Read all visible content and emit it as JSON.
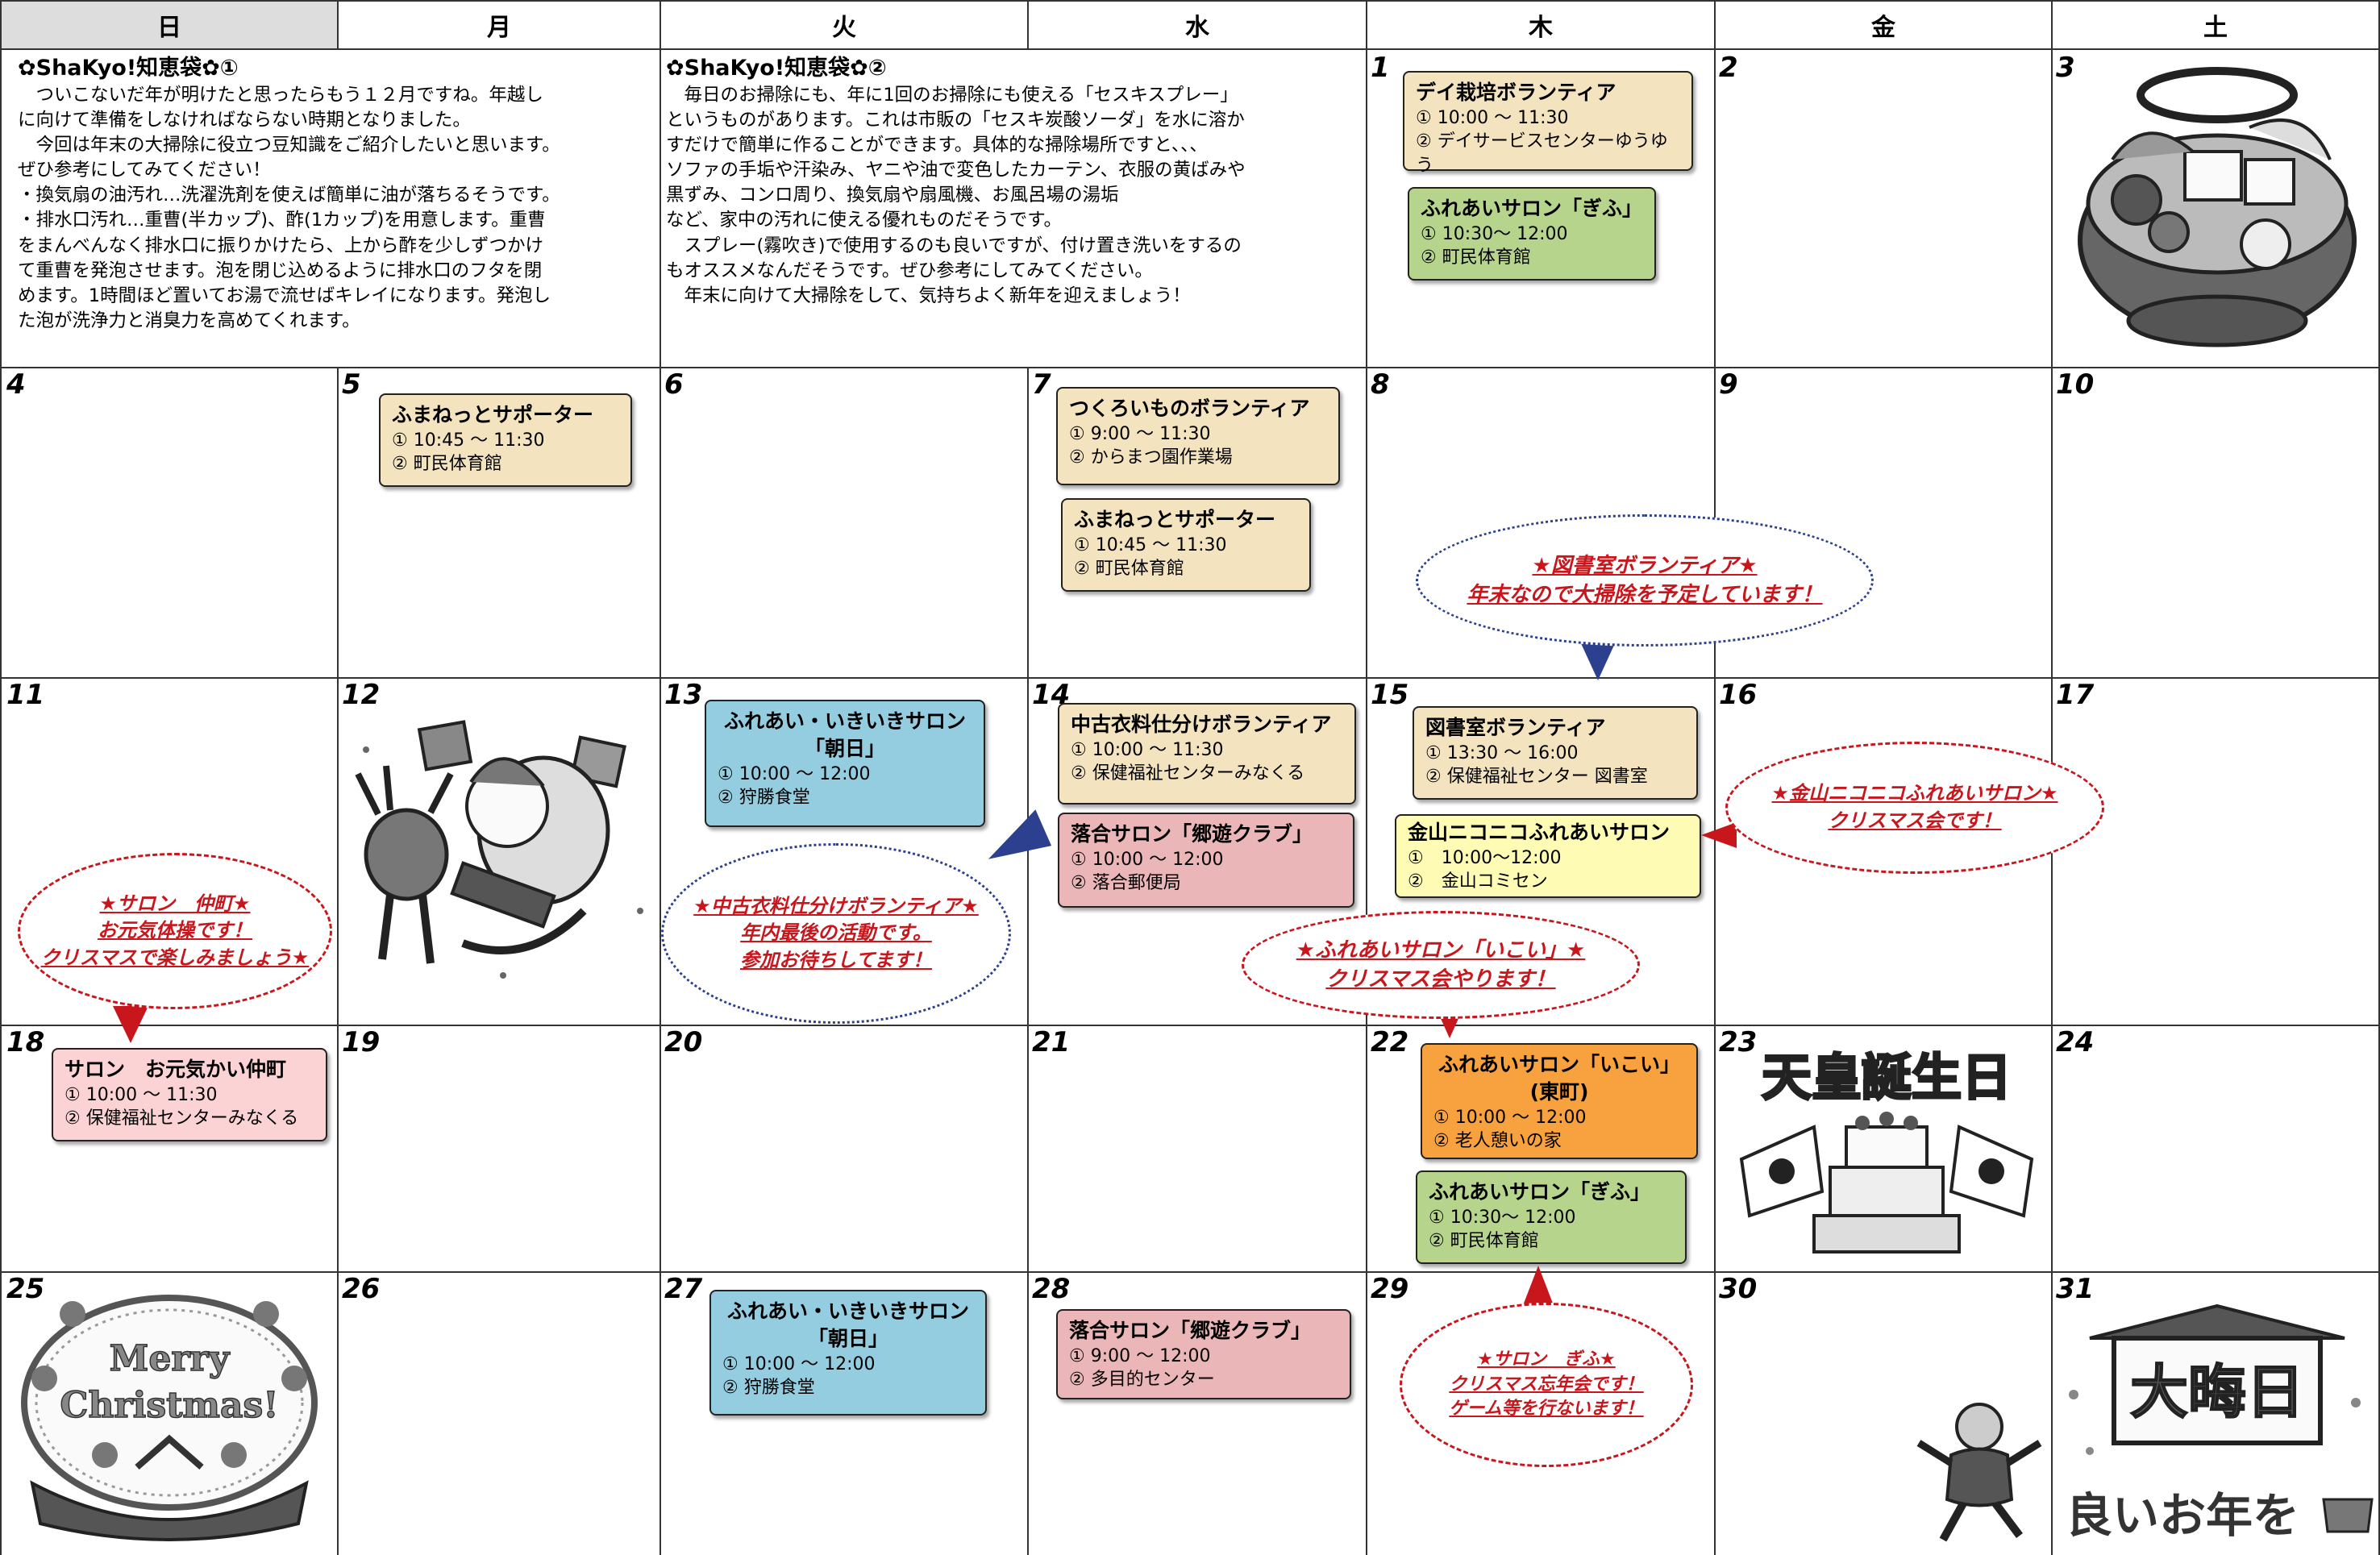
{
  "weekdays": [
    "日",
    "月",
    "火",
    "水",
    "木",
    "金",
    "土"
  ],
  "intro1": {
    "title": "✿ShaKyo!知恵袋✿①",
    "lines": [
      "　ついこないだ年が明けたと思ったらもう１２月ですね。年越し",
      "に向けて準備をしなければならない時期となりました。",
      "　今回は年末の大掃除に役立つ豆知識をご紹介したいと思います。",
      "ぜひ参考にしてみてください！",
      "・換気扇の油汚れ…洗濯洗剤を使えば簡単に油が落ちるそうです。",
      "・排水口汚れ…重曹(半カップ)、酢(1カップ)を用意します。重曹",
      "をまんべんなく排水口に振りかけたら、上から酢を少しずつかけ",
      "て重曹を発泡させます。泡を閉じ込めるように排水口のフタを閉",
      "めます。1時間ほど置いてお湯で流せばキレイになります。発泡し",
      "た泡が洗浄力と消臭力を高めてくれます。"
    ]
  },
  "intro2": {
    "title": "✿ShaKyo!知恵袋✿②",
    "lines": [
      "　毎日のお掃除にも、年に1回のお掃除にも使える「セスキスプレー」",
      "というものがあります。これは市販の「セスキ炭酸ソーダ」を水に溶か",
      "すだけで簡単に作ることができます。具体的な掃除場所ですと、、、",
      "ソファの手垢や汗染み、ヤニや油で変色したカーテン、衣服の黄ばみや",
      "黒ずみ、コンロ周り、換気扇や扇風機、お風呂場の湯垢",
      "など、家中の汚れに使える優れものだそうです。",
      "　スプレー(霧吹き)で使用するのも良いですが、付け置き洗いをするの",
      "もオススメなんだそうです。ぜひ参考にしてみてください。",
      "　年末に向けて大掃除をして、気持ちよく新年を迎えましょう！"
    ]
  },
  "days": [
    "1",
    "2",
    "3",
    "4",
    "5",
    "6",
    "7",
    "8",
    "9",
    "10",
    "11",
    "12",
    "13",
    "14",
    "15",
    "16",
    "17",
    "18",
    "19",
    "20",
    "21",
    "22",
    "23",
    "24",
    "25",
    "26",
    "27",
    "28",
    "29",
    "30",
    "31"
  ],
  "notes": {
    "n1": {
      "title": "デイ栽培ボランティア",
      "l1": "① 10:00 ～ 11:30",
      "l2": "② デイサービスセンターゆうゆう"
    },
    "n2": {
      "title": "ふれあいサロン「ぎふ」",
      "l1": "① 10:30～ 12:00",
      "l2": "② 町民体育館"
    },
    "n3": {
      "title": "ふまねっとサポーター",
      "l1": "① 10:45 ～ 11:30",
      "l2": "② 町民体育館"
    },
    "n4": {
      "title": "つくろいものボランティア",
      "l1": "① 9:00 ～ 11:30",
      "l2": "② からまつ園作業場"
    },
    "n5": {
      "title": "ふまねっとサポーター",
      "l1": "① 10:45 ～ 11:30",
      "l2": "② 町民体育館"
    },
    "n6": {
      "title": "ふれあい・いきいきサロン",
      "title2": "「朝日」",
      "l1": "① 10:00 ～ 12:00",
      "l2": "② 狩勝食堂"
    },
    "n7": {
      "title": "中古衣料仕分けボランティア",
      "l1": "① 10:00 ～ 11:30",
      "l2": "② 保健福祉センターみなくる"
    },
    "n8": {
      "title": "落合サロン「郷遊クラブ」",
      "l1": "① 10:00 ～ 12:00",
      "l2": "② 落合郵便局"
    },
    "n9": {
      "title": "図書室ボランティア",
      "l1": "① 13:30 ～ 16:00",
      "l2": "② 保健福祉センター 図書室"
    },
    "n10": {
      "title": "金山ニコニコふれあいサロン",
      "l1": "①　10:00～12:00",
      "l2": "②　金山コミセン"
    },
    "n11": {
      "title": "サロン　お元気かい仲町",
      "l1": "① 10:00 ～ 11:30",
      "l2": "② 保健福祉センターみなくる"
    },
    "n12": {
      "title": "ふれあいサロン「いこい」",
      "title2": "(東町)",
      "l1": "① 10:00 ～ 12:00",
      "l2": "② 老人憩いの家"
    },
    "n13": {
      "title": "ふれあいサロン「ぎふ」",
      "l1": "① 10:30～ 12:00",
      "l2": "② 町民体育館"
    },
    "n14": {
      "title": "ふれあい・いきいきサロン",
      "title2": "「朝日」",
      "l1": "① 10:00 ～ 12:00",
      "l2": "② 狩勝食堂"
    },
    "n15": {
      "title": "落合サロン「郷遊クラブ」",
      "l1": "① 9:00 ～ 12:00",
      "l2": "② 多目的センター"
    }
  },
  "bubbles": {
    "b1": [
      "★図書室ボランティア★",
      "年末なので大掃除を予定しています！"
    ],
    "b2": [
      "★サロン　仲町★",
      "お元気体操です！",
      "クリスマスで楽しみましょう★"
    ],
    "b3": [
      "★中古衣料仕分けボランティア★",
      "年内最後の活動です。",
      "参加お待ちしてます！"
    ],
    "b4": [
      "★金山ニコニコふれあいサロン★",
      "クリスマス会です！"
    ],
    "b5": [
      "★ふれあいサロン「いこい」★",
      "クリスマス会やります！"
    ],
    "b6": [
      "★サロン　ぎふ★",
      "クリスマス忘年会です！",
      "ゲーム等を行ないます！"
    ]
  },
  "images": {
    "cake_text1": "Merry",
    "cake_text2": "Christmas!",
    "emperor": "天皇誕生日",
    "omisoka": "大晦日",
    "yoi": "良いお年を"
  },
  "colors": {
    "beige": "#f4e3bf",
    "green": "#b7d48c",
    "blue": "#94cde0",
    "pink": "#eab6b8",
    "yellow": "#fdfbb4",
    "orange": "#f7a23f",
    "red": "#c8161d",
    "navy": "#2d3f8f"
  }
}
